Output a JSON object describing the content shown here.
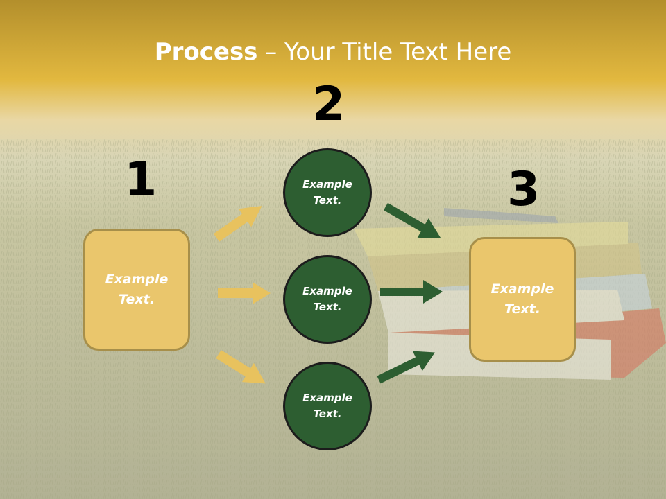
{
  "title": {
    "bold": "Process",
    "rest": " – Your Title Text Here"
  },
  "steps": {
    "one": {
      "number": "1",
      "text": "Example Text."
    },
    "two": {
      "number": "2",
      "circles": [
        {
          "text": "Example Text."
        },
        {
          "text": "Example Text."
        },
        {
          "text": "Example Text."
        }
      ]
    },
    "three": {
      "number": "3",
      "text": "Example Text."
    }
  },
  "colors": {
    "box_fill": "#eac66c",
    "box_border": "#a78f4a",
    "circle_fill": "#2d5e31",
    "yellow_arrow": "#e8c25e",
    "green_arrow": "#2d5e31",
    "title_band": "#c9a42c"
  }
}
